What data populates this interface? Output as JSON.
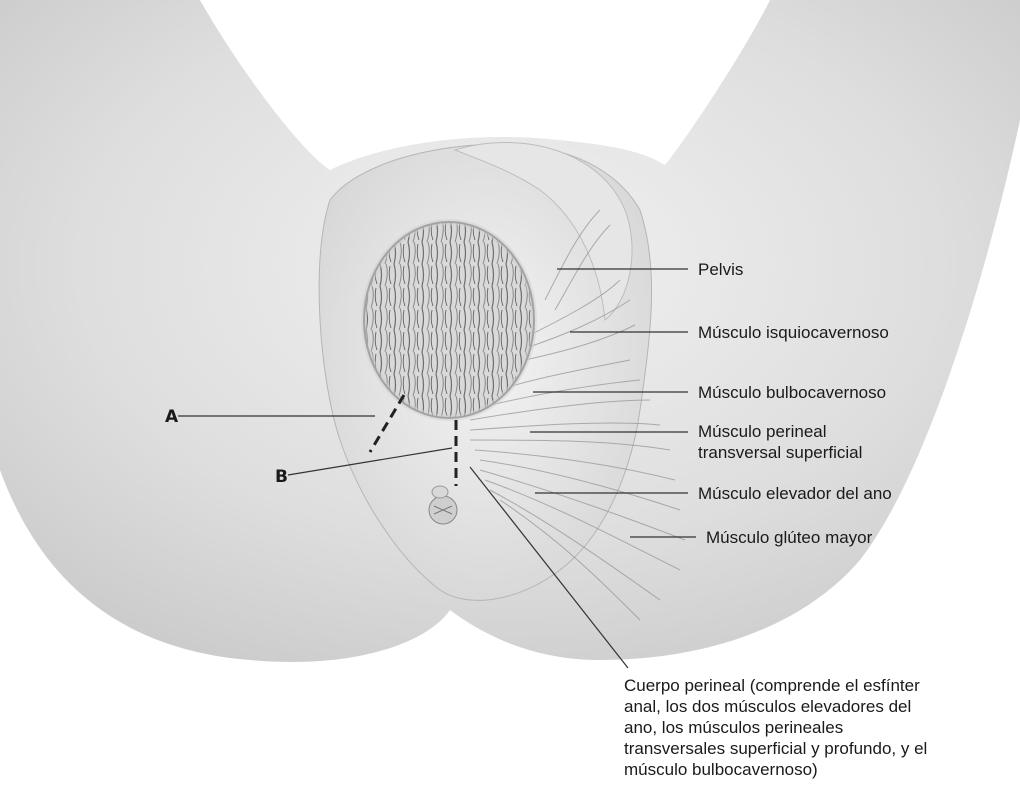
{
  "labels": {
    "pelvis": "Pelvis",
    "isquio": "Músculo isquiocavernoso",
    "bulbo": "Músculo bulbocavernoso",
    "perineal_line1": "Músculo perineal",
    "perineal_line2": "transversal superficial",
    "elevador": "Músculo elevador del ano",
    "gluteo": "Músculo glúteo mayor",
    "cuerpo_lines": [
      "Cuerpo perineal (comprende el esfínter",
      "anal, los dos músculos elevadores del",
      "ano, los músculos perineales",
      "transversales superficial y profundo, y el",
      "músculo bulbocavernoso)"
    ]
  },
  "markers": {
    "a": "A",
    "b": "B"
  }
}
